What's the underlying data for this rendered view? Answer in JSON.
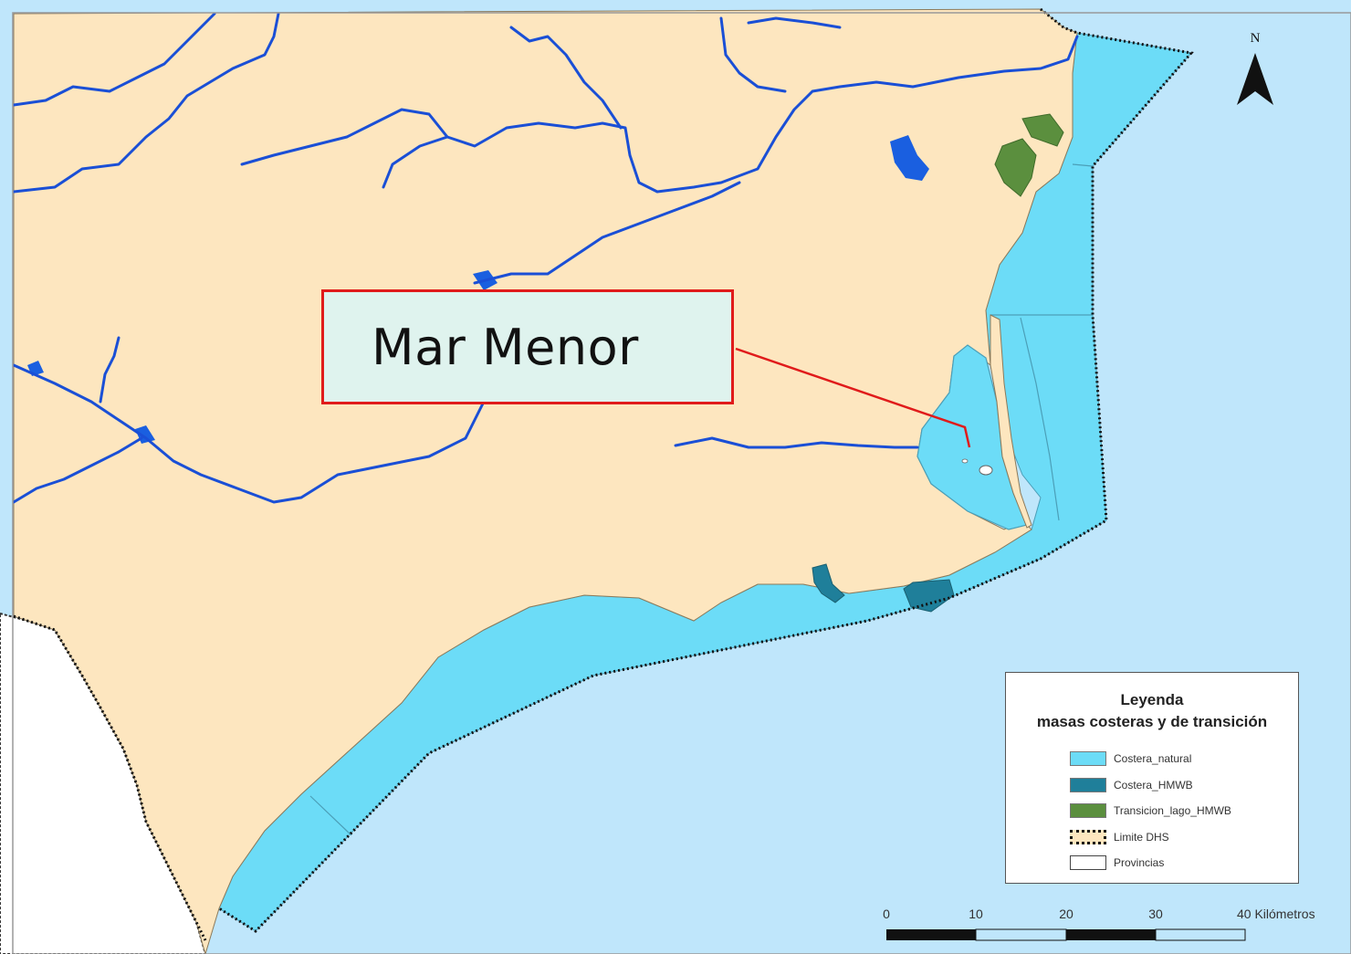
{
  "colors": {
    "land": "#fde6bf",
    "sea": "#bfe6fb",
    "coastal_natural": "#6cdcf7",
    "coastal_hmwb": "#1f7f9a",
    "transition_lake": "#5b8f3e",
    "river": "#1a4fd6",
    "callout_border": "#e01b1b",
    "callout_fill": "#dff3ee"
  },
  "callout": {
    "label": "Mar Menor"
  },
  "north_arrow": {
    "label": "N"
  },
  "legend": {
    "title": "Leyenda",
    "subtitle": "masas costeras y de transición",
    "items": [
      {
        "label": "Costera_natural",
        "color": "#6cdcf7",
        "style": "fill"
      },
      {
        "label": "Costera_HMWB",
        "color": "#1f7f9a",
        "style": "fill"
      },
      {
        "label": "Transicion_lago_HMWB",
        "color": "#5b8f3e",
        "style": "fill"
      },
      {
        "label": "Limite DHS",
        "color": "#fde6bf",
        "style": "dotted-border"
      },
      {
        "label": "Provincias",
        "color": "#ffffff",
        "style": "outline"
      }
    ]
  },
  "scale_bar": {
    "ticks": [
      "0",
      "10",
      "20",
      "30",
      "40 Kilómetros"
    ]
  }
}
